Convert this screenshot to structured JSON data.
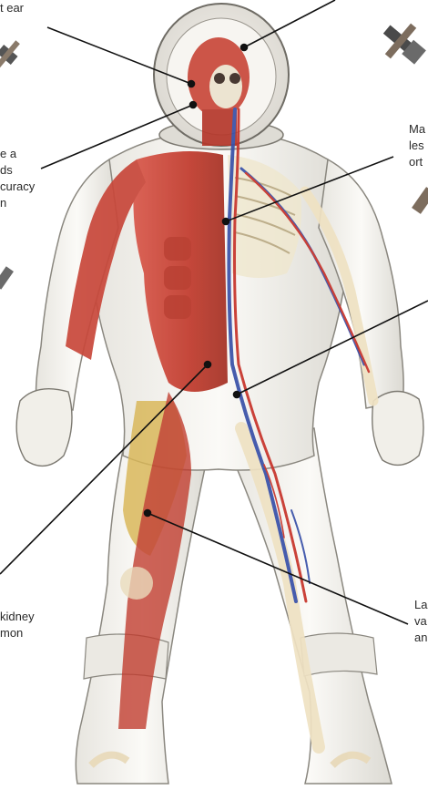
{
  "labels": {
    "top_left": [
      "t ear"
    ],
    "mid_left": [
      "e a",
      "ds",
      "curacy",
      "n"
    ],
    "right_upper": [
      "Ma",
      "les",
      "ort"
    ],
    "bottom_left": [
      "kidney",
      "mon"
    ],
    "bottom_right": [
      "La",
      "va",
      "an"
    ]
  },
  "colors": {
    "suit": "#f3f2ee",
    "suit_shadow": "#c9c7c0",
    "muscle": "#c0392b",
    "muscle_dark": "#8e2418",
    "fat": "#d8b656",
    "bone": "#eee6cf",
    "vein": "#3850a8",
    "artery": "#c7332a",
    "leader": "#111111"
  },
  "icons": [
    "satellite-icon"
  ]
}
